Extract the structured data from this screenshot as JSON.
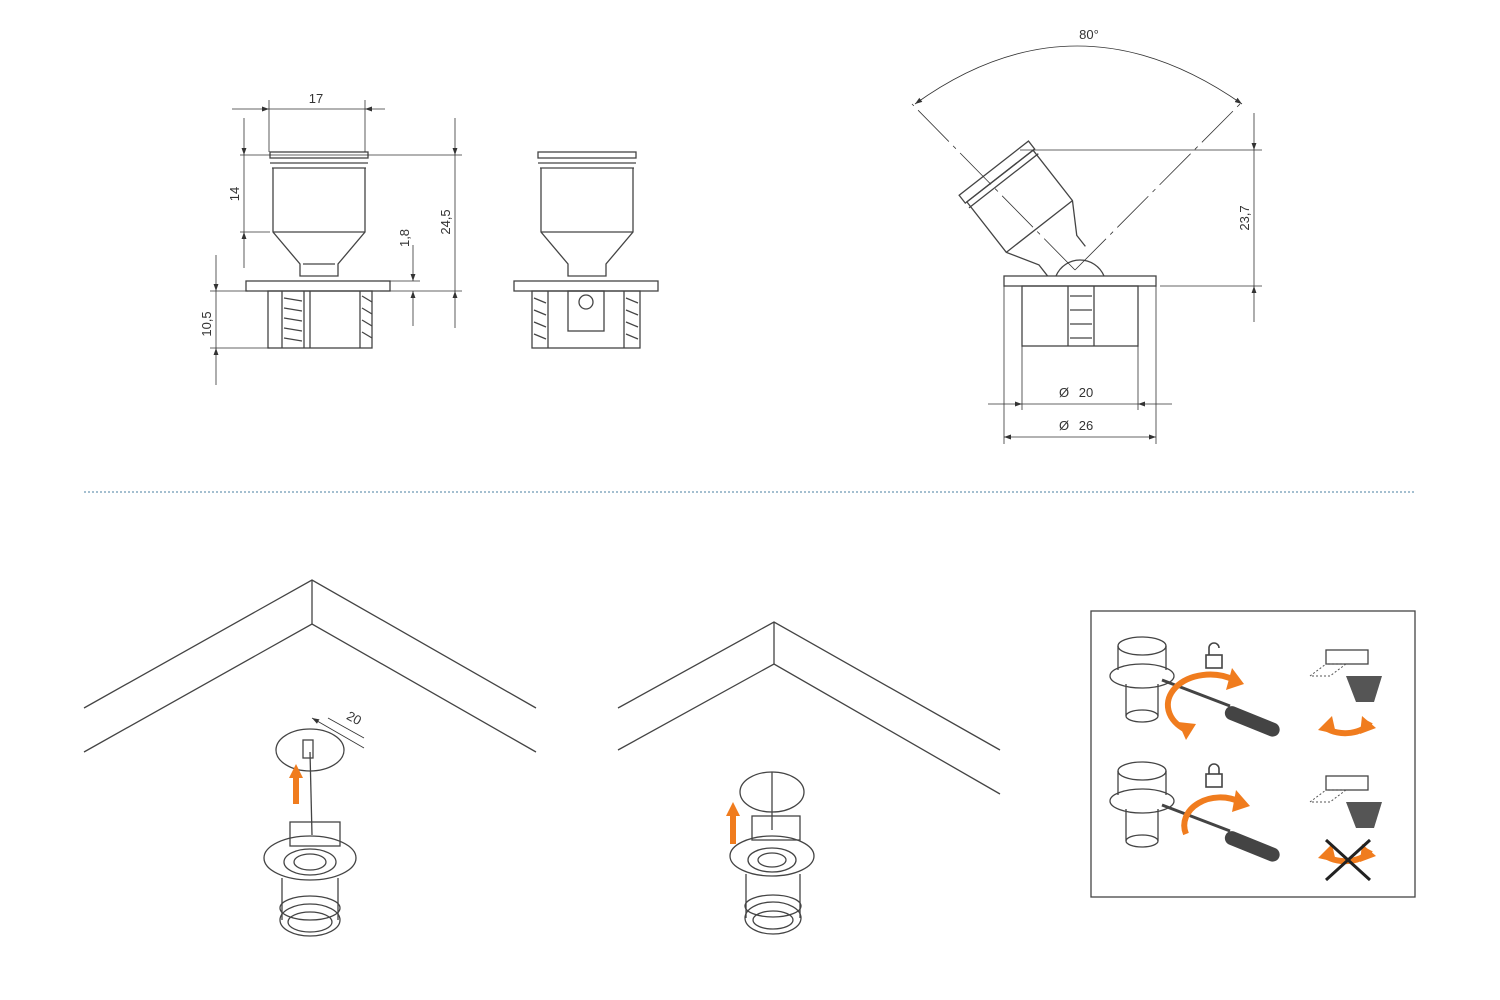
{
  "drawing": {
    "dimensions": {
      "width_top": "17",
      "head_height": "14",
      "total_height": "24,5",
      "flange_thickness": "1,8",
      "body_height": "10,5",
      "tilt_angle": "80°",
      "tilt_height": "23,7",
      "diameter_inner": "20",
      "diameter_outer": "26",
      "hole_size": "20",
      "diameter_symbol": "Ø"
    },
    "colors": {
      "line": "#444444",
      "accent": "#f07c1e",
      "separator": "#4a7fa0"
    },
    "icons": [
      "lock-open-icon",
      "lock-closed-icon",
      "rotate-arrow-icon",
      "cross-out-icon",
      "screwdriver-icon",
      "arrow-up-icon"
    ]
  }
}
